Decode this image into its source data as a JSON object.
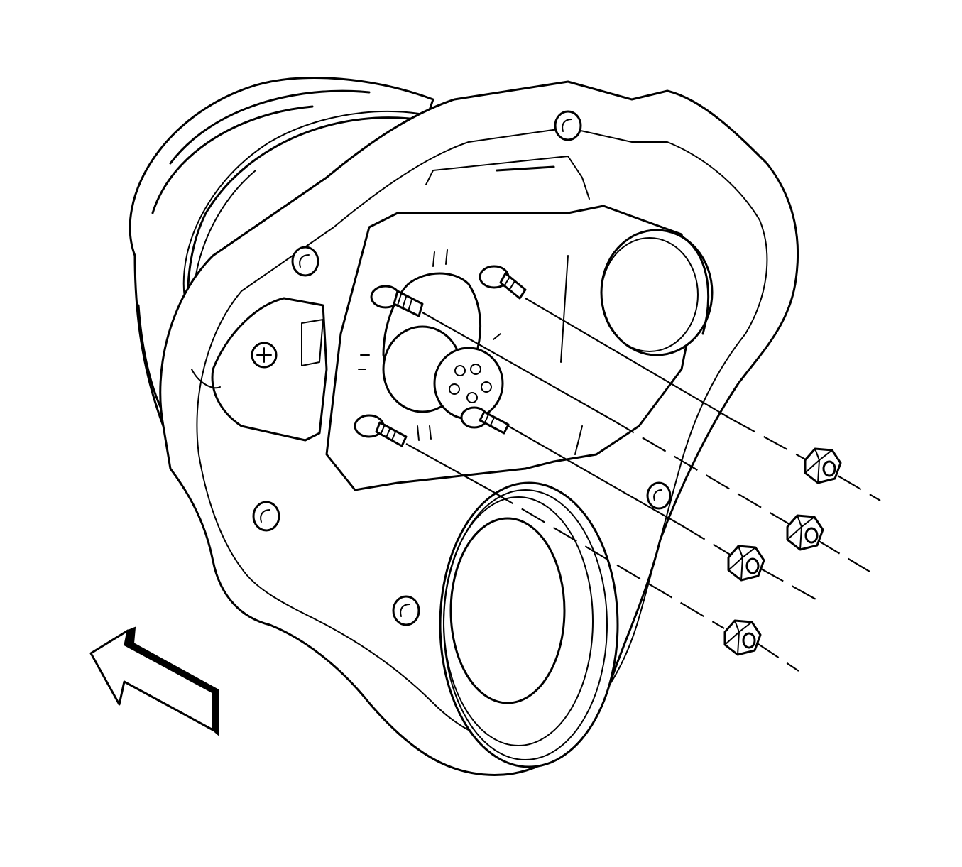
{
  "diagram": {
    "subject": "transfer-case-rear-housing-with-sensor-studs-and-nuts",
    "colors": {
      "line": "#000000",
      "background": "#ffffff"
    },
    "fasteners": {
      "stud_count": 4,
      "nut_count": 4
    },
    "icons": [
      "housing-icon",
      "sensor-connector-icon",
      "stud-icon",
      "nut-icon",
      "direction-arrow-icon"
    ]
  }
}
